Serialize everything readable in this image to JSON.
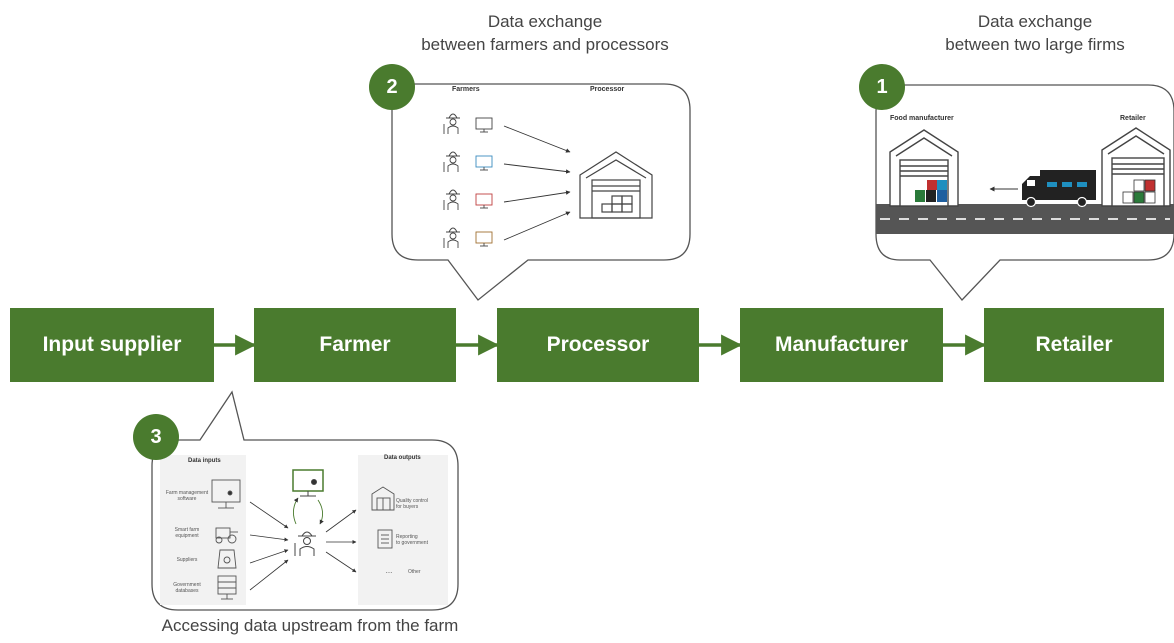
{
  "chain": {
    "nodes": [
      "Input supplier",
      "Farmer",
      "Processor",
      "Manufacturer",
      "Retailer"
    ]
  },
  "callout_1": {
    "number": "1",
    "caption_line1": "Data exchange",
    "caption_line2": "between two large firms",
    "left_label": "Food manufacturer",
    "right_label": "Retailer"
  },
  "callout_2": {
    "number": "2",
    "caption_line1": "Data exchange",
    "caption_line2": "between farmers and processors",
    "left_label": "Farmers",
    "right_label": "Processor"
  },
  "callout_3": {
    "number": "3",
    "caption": "Accessing data upstream from the farm",
    "inputs_title": "Data inputs",
    "outputs_title": "Data outputs",
    "inputs": [
      {
        "label_1": "Farm management",
        "label_2": "software"
      },
      {
        "label_1": "Smart farm",
        "label_2": "equipment"
      },
      {
        "label_1": "Suppliers",
        "label_2": ""
      },
      {
        "label_1": "Government",
        "label_2": "databases"
      }
    ],
    "outputs": [
      {
        "label_1": "Quality control",
        "label_2": "for buyers"
      },
      {
        "label_1": "Reporting",
        "label_2": "to government"
      },
      {
        "label_1": "Other",
        "label_2": ""
      }
    ],
    "other_dots": "..."
  },
  "colors": {
    "primary_green": "#4a7b2e",
    "outline": "#555555"
  }
}
